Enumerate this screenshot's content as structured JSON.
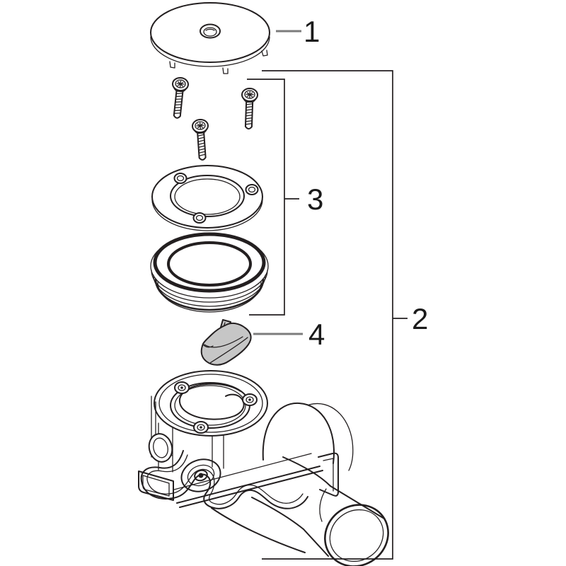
{
  "diagram": {
    "style": "technical-line-art-exploded-view",
    "colors": {
      "line": "#231f20",
      "leader": "#7c7c7c",
      "label": "#1a1a1a",
      "part_fill": "#c6c6c6",
      "paper": "#ffffff"
    },
    "callouts": [
      {
        "label": "1",
        "part": "cover-plate",
        "connector": "leader-line"
      },
      {
        "label": "2",
        "part": "drain-body-assembly",
        "connector": "bracket"
      },
      {
        "label": "3",
        "part": "flange-seal-and-screws",
        "connector": "bracket"
      },
      {
        "label": "4",
        "part": "stopper-wedge",
        "connector": "leader-line"
      }
    ],
    "parts": [
      {
        "name": "cover-plate"
      },
      {
        "name": "screws",
        "count": 3
      },
      {
        "name": "mounting-flange"
      },
      {
        "name": "sealing-ring"
      },
      {
        "name": "stopper-wedge"
      },
      {
        "name": "drain-trap-body"
      }
    ]
  }
}
